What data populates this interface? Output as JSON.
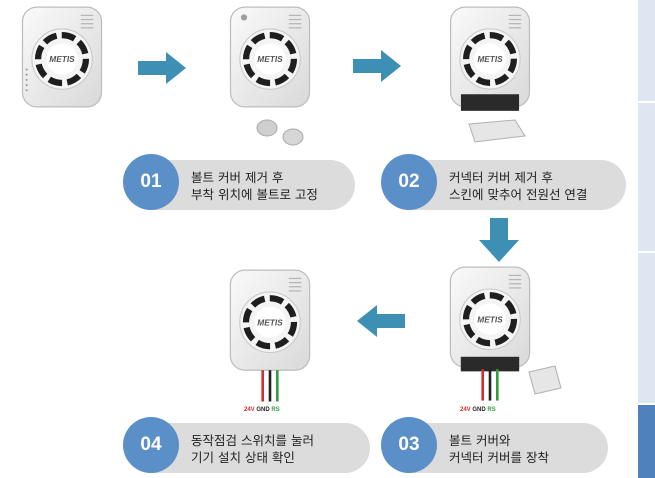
{
  "brand": "METIS",
  "colors": {
    "step_badge": "#5b8fc8",
    "arrow": "#3d8fb3",
    "pill": "#dcdcdc",
    "sidebar_light": "#dde6f1",
    "sidebar_dark": "#4f81bd"
  },
  "wire_labels": {
    "v24": "24V",
    "gnd": "GND",
    "rs": "RS"
  },
  "steps": [
    {
      "number": "01",
      "line1": "볼트 커버 제거 후",
      "line2": "부착 위치에 볼트로 고정"
    },
    {
      "number": "02",
      "line1": "커넥터 커버 제거 후",
      "line2": "스킨에 맞추어 전원선 연결"
    },
    {
      "number": "03",
      "line1": "볼트 커버와",
      "line2": "커넥터 커버를 장착"
    },
    {
      "number": "04",
      "line1": "동작점검 스위치를 눌러",
      "line2": "기기 설치 상태 확인"
    }
  ]
}
